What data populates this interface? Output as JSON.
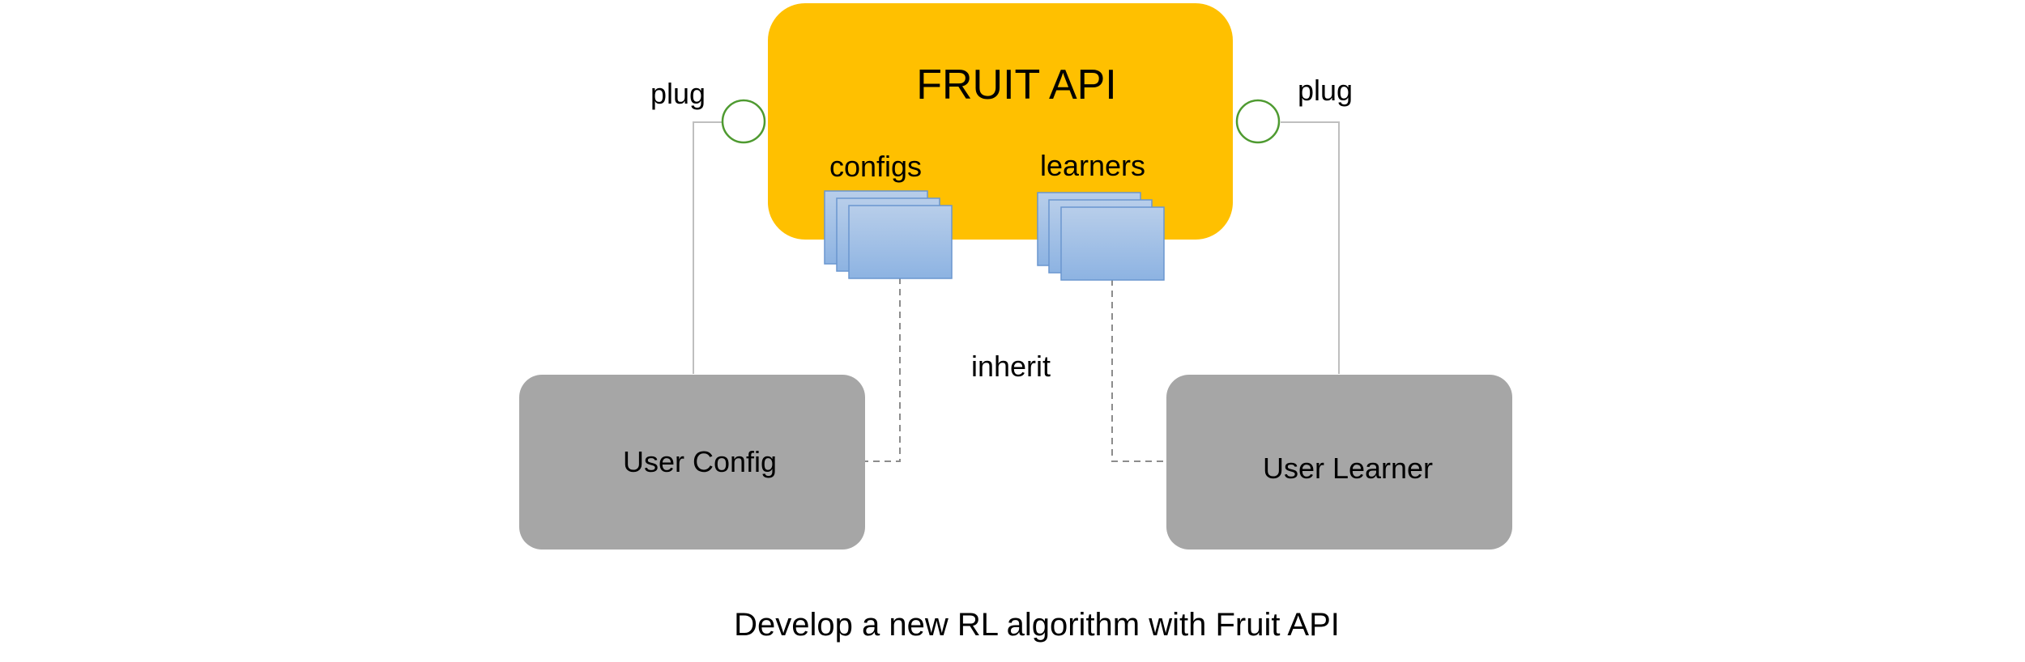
{
  "diagram": {
    "api_box": {
      "title": "FRUIT API",
      "color": "#FFC000"
    },
    "configs_label": "configs",
    "learners_label": "learners",
    "plug_left_label": "plug",
    "plug_right_label": "plug",
    "inherit_label": "inherit",
    "user_config": {
      "label": "User Config",
      "color": "#A6A6A6"
    },
    "user_learner": {
      "label": "User Learner",
      "color": "#A6A6A6"
    },
    "caption": "Develop a new RL algorithm with Fruit API",
    "colors": {
      "plug_circle": "#4E9A30",
      "page_stack_fill_top": "#B8CEEA",
      "page_stack_fill_bottom": "#8DB3E2",
      "page_stack_stroke": "#6A96CF",
      "connector": "#BFBFBF",
      "inherit_dash": "#8C8C8C"
    }
  }
}
